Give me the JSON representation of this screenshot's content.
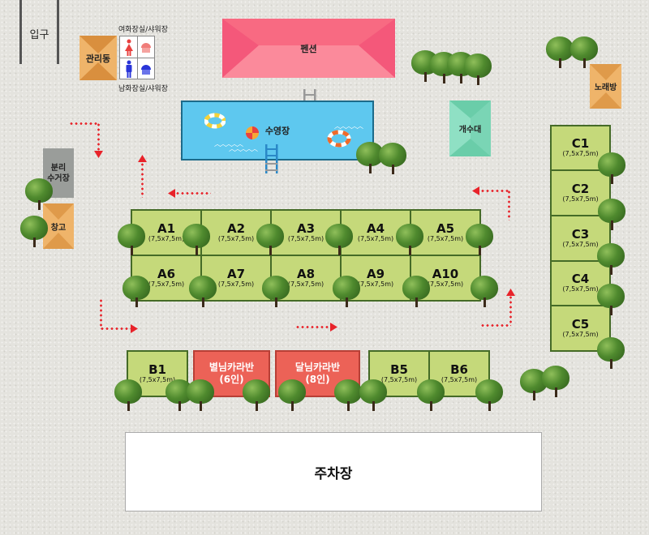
{
  "entrance": {
    "label": "입구"
  },
  "management": {
    "label": "관리동",
    "color": "#e8a55a"
  },
  "restrooms": {
    "female_label": "여화장실/샤워장",
    "male_label": "남화장실/샤워장",
    "female_color": "#e8413f",
    "male_color": "#2a35d8"
  },
  "pension": {
    "label": "펜션",
    "color": "#f86e86"
  },
  "pool": {
    "label": "수영장",
    "color": "#5ec8ef"
  },
  "sink": {
    "label": "개수대",
    "color": "#79d3b4"
  },
  "karaoke": {
    "label": "노래방",
    "color": "#e8a55a"
  },
  "recycling": {
    "label_line1": "분리",
    "label_line2": "수거장",
    "color": "#9a9d9a"
  },
  "storage": {
    "label": "창고",
    "color": "#e8a55a"
  },
  "parking": {
    "label": "주차장"
  },
  "site_size": "(7,5x7,5m)",
  "sites_a_row1": [
    {
      "name": "A1",
      "size": "(7,5x7,5m)"
    },
    {
      "name": "A2",
      "size": "(7,5x7,5m)"
    },
    {
      "name": "A3",
      "size": "(7,5x7,5m)"
    },
    {
      "name": "A4",
      "size": "(7,5x7,5m)"
    },
    {
      "name": "A5",
      "size": "(7,5x7,5m)"
    }
  ],
  "sites_a_row2": [
    {
      "name": "A6",
      "size": "(7,5x7,5m)"
    },
    {
      "name": "A7",
      "size": "(7,5x7,5m)"
    },
    {
      "name": "A8",
      "size": "(7,5x7,5m)"
    },
    {
      "name": "A9",
      "size": "(7,5x7,5m)"
    },
    {
      "name": "A10",
      "size": "(7,5x7,5m)"
    }
  ],
  "sites_b": [
    {
      "name": "B1",
      "size": "(7,5x7,5m)"
    },
    {
      "name": "B5",
      "size": "(7,5x7,5m)"
    },
    {
      "name": "B6",
      "size": "(7,5x7,5m)"
    }
  ],
  "caravans": [
    {
      "name": "별님카라반",
      "capacity": "(6인)"
    },
    {
      "name": "달님카라반",
      "capacity": "(8인)"
    }
  ],
  "sites_c": [
    {
      "name": "C1",
      "size": "(7,5x7,5m)"
    },
    {
      "name": "C2",
      "size": "(7,5x7,5m)"
    },
    {
      "name": "C3",
      "size": "(7,5x7,5m)"
    },
    {
      "name": "C4",
      "size": "(7,5x7,5m)"
    },
    {
      "name": "C5",
      "size": "(7,5x7,5m)"
    }
  ],
  "colors": {
    "site": "#c5d97a",
    "site_border": "#456b27",
    "caravan": "#ec6257",
    "arrow": "#e8232a"
  }
}
